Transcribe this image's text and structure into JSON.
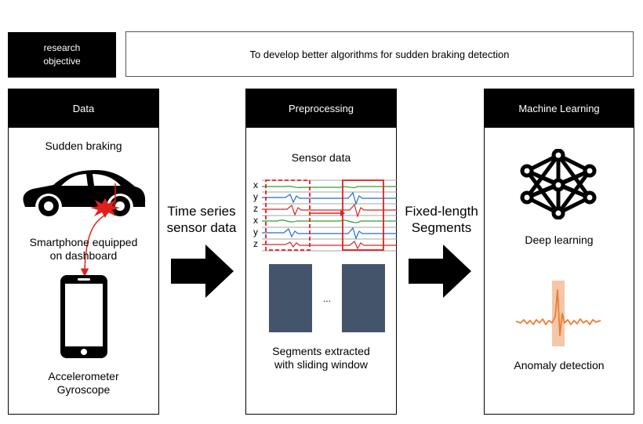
{
  "objective": {
    "label_line1": "research",
    "label_line2": "objective",
    "text": "To develop better algorithms for sudden braking detection"
  },
  "data_panel": {
    "title": "Data",
    "caption_top": "Sudden braking",
    "caption_mid_line1": "Smartphone equipped",
    "caption_mid_line2": "on dashboard",
    "caption_bottom_line1": "Accelerometer",
    "caption_bottom_line2": "Gyroscope",
    "icons": [
      "car-icon",
      "impact-burst-icon",
      "smartphone-icon"
    ]
  },
  "arrow1": {
    "line1": "Time series",
    "line2": "sensor data"
  },
  "preprocessing_panel": {
    "title": "Preprocessing",
    "caption_top": "Sensor data",
    "axis_labels": [
      "x",
      "y",
      "z",
      "x",
      "y",
      "z"
    ],
    "ellipsis": "...",
    "caption_bottom_line1": "Segments extracted",
    "caption_bottom_line2": "with sliding window"
  },
  "arrow2": {
    "line1": "Fixed-length",
    "line2": "Segments"
  },
  "ml_panel": {
    "title": "Machine Learning",
    "caption_deep": "Deep learning",
    "caption_anomaly": "Anomaly detection",
    "icons": [
      "neural-network-icon",
      "anomaly-signal-icon"
    ]
  },
  "colors": {
    "header_bg": "#000000",
    "segment_block": "#44546a",
    "window_red": "#e0201b",
    "signal_green": "#2ca02c",
    "signal_blue": "#1f6fd6",
    "signal_red": "#d62728",
    "anomaly_orange": "#ed7d31",
    "anomaly_band": "#f4c7a8"
  }
}
